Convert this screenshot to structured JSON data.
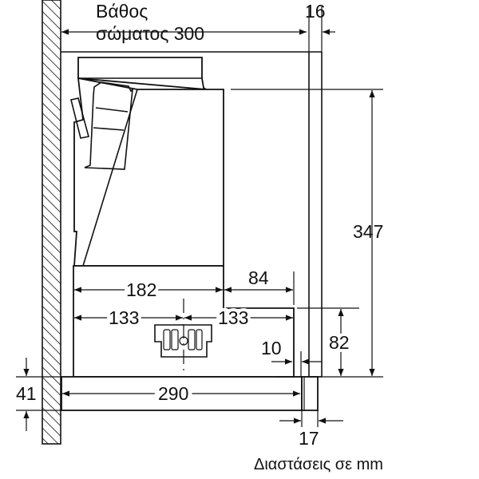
{
  "labels": {
    "depth_line1": "Βάθος",
    "depth_line2": "σώματος 300",
    "dim_16": "16",
    "dim_347": "347",
    "dim_182": "182",
    "dim_84": "84",
    "dim_133_left": "133",
    "dim_133_right": "133",
    "dim_82": "82",
    "dim_10": "10",
    "dim_290": "290",
    "dim_41": "41",
    "dim_17": "17",
    "units_note": "Διαστάσεις σε mm"
  },
  "colors": {
    "line": "#111111",
    "background": "#ffffff"
  }
}
